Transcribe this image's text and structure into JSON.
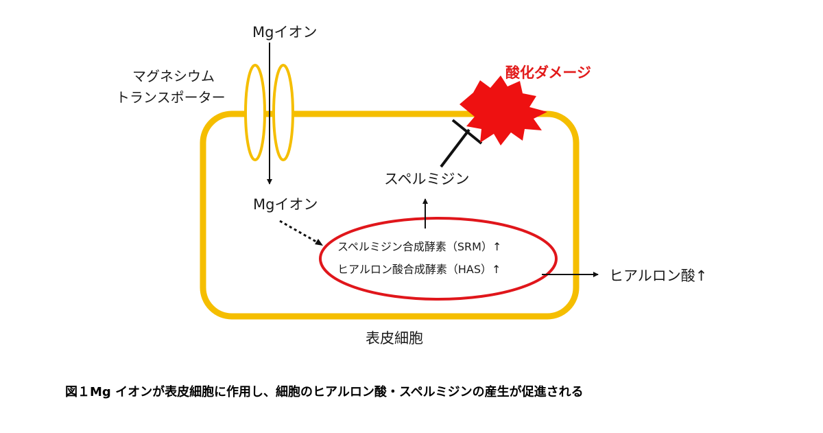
{
  "labels": {
    "mg_ion_top": "Mgイオン",
    "mg_ion_inside": "Mgイオン",
    "transporter_line1": "マグネシウム",
    "transporter_line2": "トランスポーター",
    "oxidative_damage": "酸化ダメージ",
    "spermidine": "スペルミジン",
    "srm": "スペルミジン合成酵素（SRM）↑",
    "has": "ヒアルロン酸合成酵素（HAS）↑",
    "hyaluronic_acid": "ヒアルロン酸↑",
    "cell": "表皮細胞",
    "caption": "図１Mg イオンが表皮細胞に作用し、細胞のヒアルロン酸・スペルミジンの産生が促進される"
  },
  "colors": {
    "cell_membrane": "#F5BE00",
    "enzyme_ellipse": "#E0161B",
    "oxidative_burst": "#EE1111",
    "oxidative_text": "#E21A1A",
    "arrow": "#111111"
  }
}
